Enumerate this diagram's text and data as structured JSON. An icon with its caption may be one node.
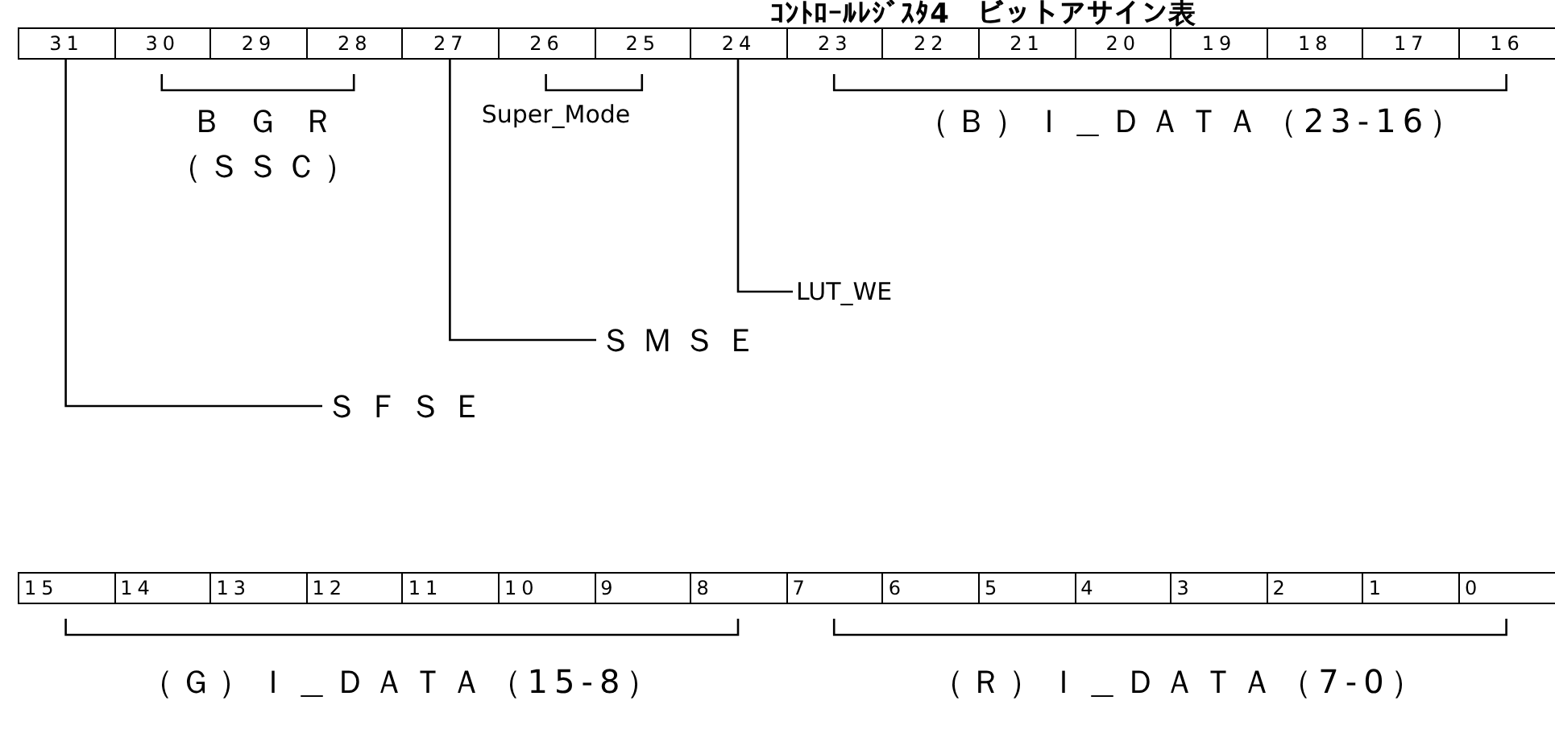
{
  "diagram": {
    "title": "ｺﾝﾄﾛｰﾙﾚｼﾞｽﾀ4　ビットアサイン表",
    "nodes": [
      {
        "text": [
          "31"
        ]
      },
      {
        "text": [
          "30"
        ]
      },
      {
        "text": [
          "29"
        ]
      },
      {
        "text": [
          "28"
        ]
      },
      {
        "text": [
          "27"
        ]
      },
      {
        "text": [
          "26"
        ]
      },
      {
        "text": [
          "25"
        ]
      },
      {
        "text": [
          "24"
        ]
      },
      {
        "text": [
          "23"
        ]
      },
      {
        "text": [
          "22"
        ]
      },
      {
        "text": [
          "21"
        ]
      },
      {
        "text": [
          "20"
        ]
      },
      {
        "text": [
          "19"
        ]
      },
      {
        "text": [
          "18"
        ]
      },
      {
        "text": [
          "17"
        ]
      },
      {
        "text": [
          "16"
        ]
      },
      {
        "text": [
          "LUT_WE"
        ]
      },
      {
        "text": [
          "ＳＭＳＥ"
        ]
      },
      {
        "text": [
          "ＳＦＳＥ"
        ]
      },
      {
        "text": [
          "15"
        ]
      },
      {
        "text": [
          "14"
        ]
      },
      {
        "text": [
          "13"
        ]
      },
      {
        "text": [
          "12"
        ]
      },
      {
        "text": [
          "11"
        ]
      },
      {
        "text": [
          "10"
        ]
      },
      {
        "text": [
          "9"
        ]
      },
      {
        "text": [
          "8"
        ]
      },
      {
        "text": [
          "7"
        ]
      },
      {
        "text": [
          "6"
        ]
      },
      {
        "text": [
          "5"
        ]
      },
      {
        "text": [
          "4"
        ]
      },
      {
        "text": [
          "3"
        ]
      },
      {
        "text": [
          "2"
        ]
      },
      {
        "text": [
          "1"
        ]
      },
      {
        "text": [
          "0"
        ]
      }
    ],
    "edges": [
      {
        "from": 16,
        "to": 7,
        "arrow": "none"
      },
      {
        "from": 17,
        "to": 4,
        "arrow": "none"
      },
      {
        "from": 18,
        "to": 0,
        "arrow": "none"
      }
    ],
    "labels": [
      "Ｂ Ｇ Ｒ",
      "（ＳＳＣ）",
      "Super_Mode",
      "（Ｂ）Ｉ＿ＤＡＴＡ（23-16）",
      "（Ｇ）Ｉ＿ＤＡＴＡ（15-8）",
      "（Ｒ）Ｉ＿ＤＡＴＡ（7-0）"
    ]
  }
}
